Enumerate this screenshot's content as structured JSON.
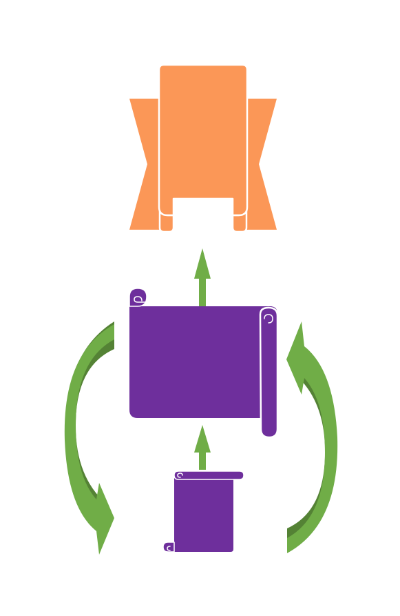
{
  "diagram": {
    "colors": {
      "background": "#ffffff",
      "banner_main": "#fb9757",
      "banner_fold": "#fa7a25",
      "scroll_purple": "#6e2f9c",
      "arrow_green": "#70ad47",
      "arrow_green_dark": "#548235",
      "outline": "#ffffff"
    },
    "shapes": [
      {
        "name": "ribbon-banner",
        "kind": "ribbon",
        "icon": "vertical-ribbon-banner"
      },
      {
        "name": "large-scroll",
        "kind": "horizontal-scroll",
        "icon": "horizontal-scroll"
      },
      {
        "name": "small-scroll",
        "kind": "vertical-scroll",
        "icon": "vertical-scroll"
      }
    ],
    "connectors": [
      {
        "name": "arrow-large-scroll-to-banner",
        "from": "large-scroll",
        "to": "ribbon-banner",
        "style": "straight-up"
      },
      {
        "name": "arrow-small-scroll-to-large-scroll",
        "from": "small-scroll",
        "to": "large-scroll",
        "style": "straight-up"
      },
      {
        "name": "curved-arrow-left",
        "from": "large-scroll",
        "to": "small-scroll",
        "style": "curved-down"
      },
      {
        "name": "curved-arrow-right",
        "from": "small-scroll",
        "to": "large-scroll",
        "style": "curved-up"
      }
    ]
  }
}
